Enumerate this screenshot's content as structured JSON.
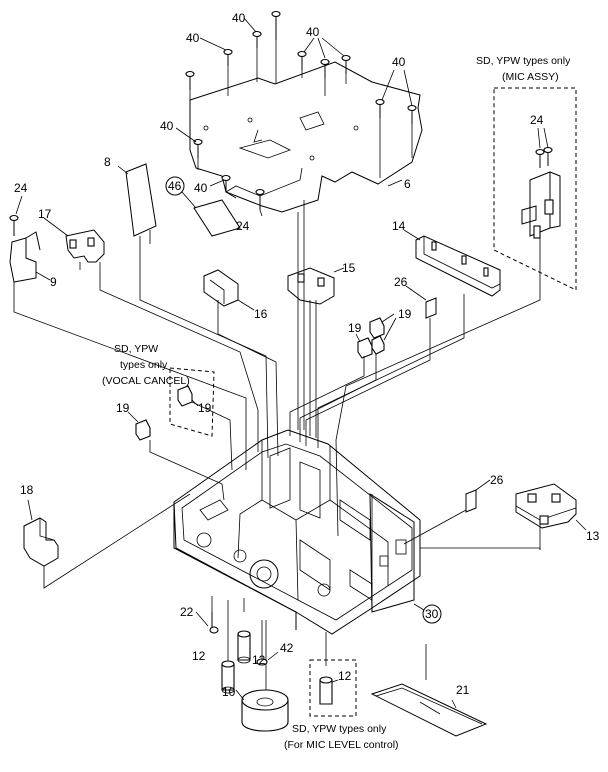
{
  "callouts": [
    {
      "id": "c40a",
      "text": "40"
    },
    {
      "id": "c40b",
      "text": "40"
    },
    {
      "id": "c40c",
      "text": "40"
    },
    {
      "id": "c40d",
      "text": "40"
    },
    {
      "id": "c40e",
      "text": "40"
    },
    {
      "id": "c40f",
      "text": "40"
    },
    {
      "id": "c8",
      "text": "8"
    },
    {
      "id": "c46",
      "text": "46"
    },
    {
      "id": "c24a",
      "text": "24"
    },
    {
      "id": "c24b",
      "text": "24"
    },
    {
      "id": "c24c",
      "text": "24"
    },
    {
      "id": "c6",
      "text": "6"
    },
    {
      "id": "c17",
      "text": "17"
    },
    {
      "id": "c9",
      "text": "9"
    },
    {
      "id": "c14",
      "text": "14"
    },
    {
      "id": "c15",
      "text": "15"
    },
    {
      "id": "c16",
      "text": "16"
    },
    {
      "id": "c26a",
      "text": "26"
    },
    {
      "id": "c19a",
      "text": "19"
    },
    {
      "id": "c19b",
      "text": "19"
    },
    {
      "id": "c19c",
      "text": "19"
    },
    {
      "id": "c19d",
      "text": "19"
    },
    {
      "id": "c18",
      "text": "18"
    },
    {
      "id": "c26b",
      "text": "26"
    },
    {
      "id": "c13",
      "text": "13"
    },
    {
      "id": "c30",
      "text": "30"
    },
    {
      "id": "c22",
      "text": "22"
    },
    {
      "id": "c12a",
      "text": "12"
    },
    {
      "id": "c12b",
      "text": "12"
    },
    {
      "id": "c12c",
      "text": "12"
    },
    {
      "id": "c42",
      "text": "42"
    },
    {
      "id": "c10",
      "text": "10"
    },
    {
      "id": "c21",
      "text": "21"
    }
  ],
  "notes": {
    "mic_assy_line1": "SD, YPW types only",
    "mic_assy_line2": "(MIC ASSY)",
    "vocal_line1": "SD, YPW",
    "vocal_line2": "types only",
    "vocal_line3": "(VOCAL CANCEL)",
    "mic_level_line1": "SD, YPW types only",
    "mic_level_line2": "(For MIC LEVEL control)"
  }
}
